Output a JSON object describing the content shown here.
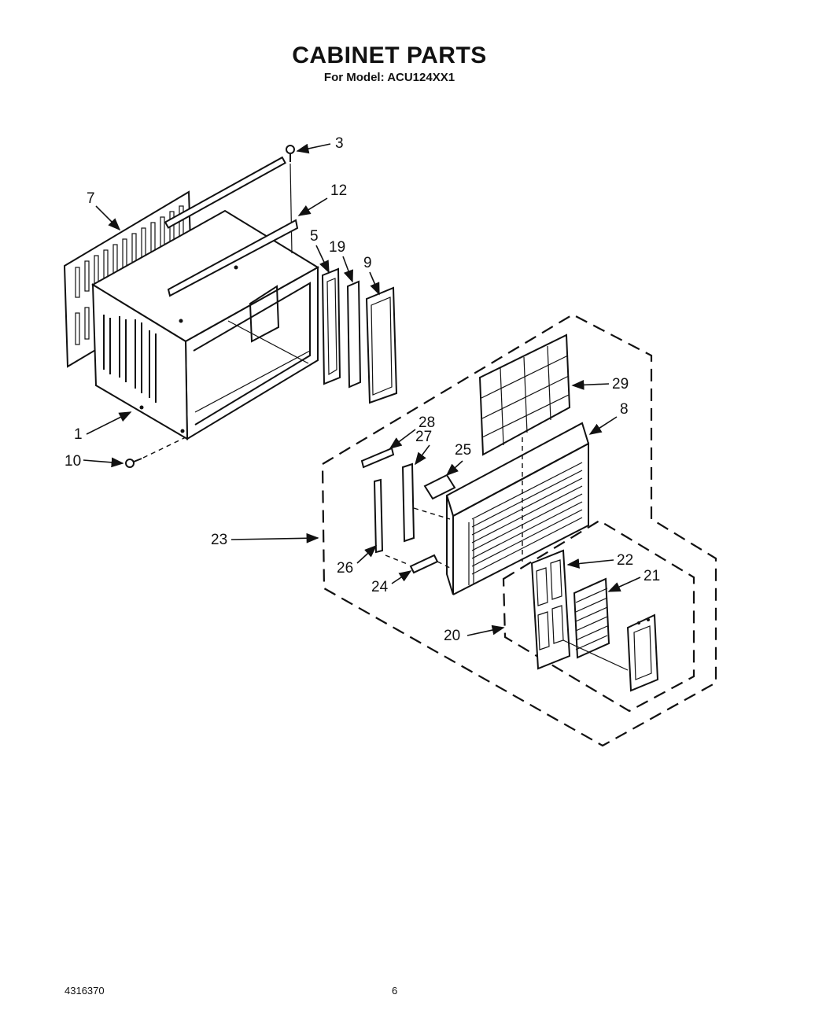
{
  "header": {
    "title": "CABINET PARTS",
    "subtitle": "For Model: ACU124XX1"
  },
  "footer": {
    "doc_number": "4316370",
    "page_number": "6"
  },
  "callouts": {
    "c1": "1",
    "c3": "3",
    "c5": "5",
    "c7": "7",
    "c8": "8",
    "c9": "9",
    "c10": "10",
    "c12": "12",
    "c19": "19",
    "c20": "20",
    "c21": "21",
    "c22": "22",
    "c23": "23",
    "c24": "24",
    "c25": "25",
    "c26": "26",
    "c27": "27",
    "c28": "28",
    "c29": "29"
  }
}
